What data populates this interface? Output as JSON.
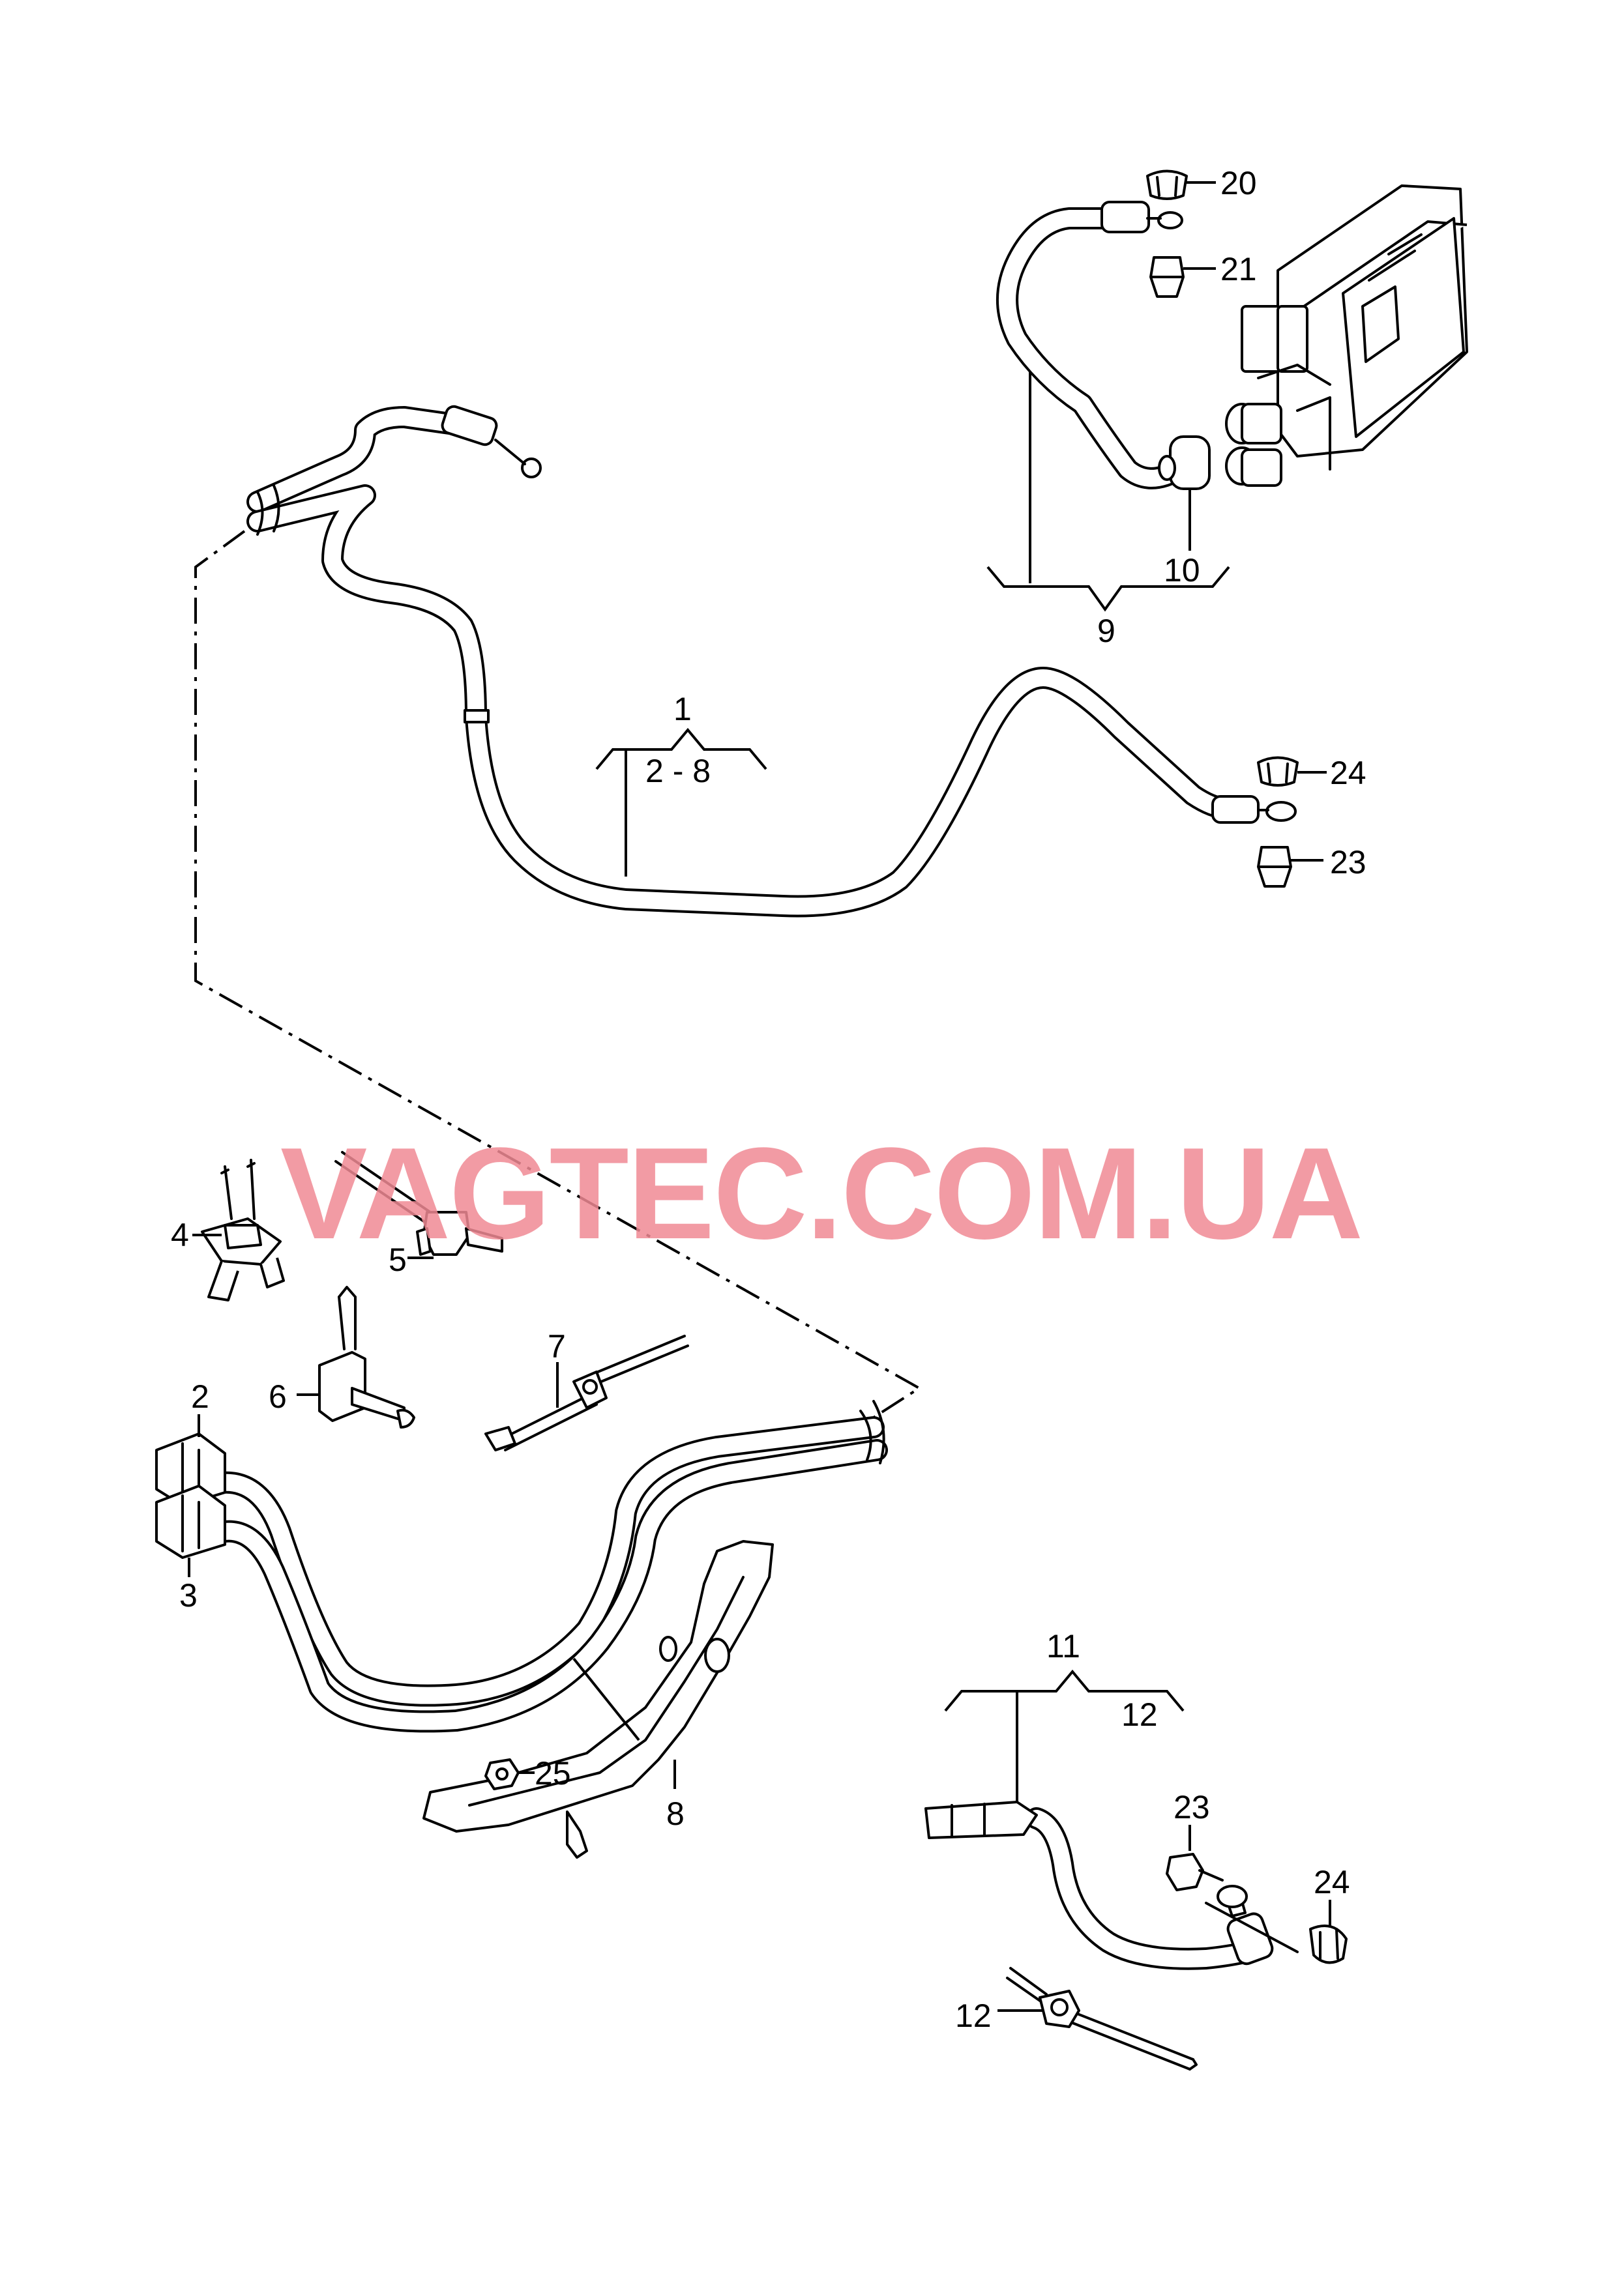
{
  "watermark": "VAGTEC.COM.UA",
  "callouts": {
    "c1": "1",
    "c2_8": "2 - 8",
    "c2": "2",
    "c3": "3",
    "c4": "4",
    "c5": "5",
    "c6": "6",
    "c7": "7",
    "c8": "8",
    "c9": "9",
    "c10": "10",
    "c11": "11",
    "c12a": "12",
    "c12b": "12",
    "c20": "20",
    "c21": "21",
    "c23a": "23",
    "c23b": "23",
    "c24a": "24",
    "c24b": "24",
    "c25": "25"
  },
  "colors": {
    "line": "#000000",
    "background": "#ffffff",
    "watermark": "#f08a94"
  }
}
